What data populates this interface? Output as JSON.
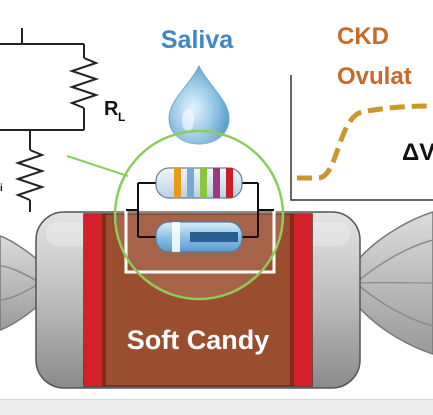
{
  "labels": {
    "saliva": "Saliva",
    "ckd": "CKD",
    "ovulation": "Ovulat",
    "delta_v": "ΔV",
    "resistor_symbol": "R",
    "resistor_subscript": "L",
    "soft_candy": "Soft Candy"
  },
  "colors": {
    "saliva_text": "#3f86c8",
    "ckd_text": "#c8692a",
    "candy_brown": "#9a4e2f",
    "candy_red": "#d4202a",
    "wrapper_gray": "#b5b5b5",
    "circle_green": "#8ccc5a",
    "curve_gold": "#c89a1a",
    "droplet_blue": "#8cc4e6"
  }
}
